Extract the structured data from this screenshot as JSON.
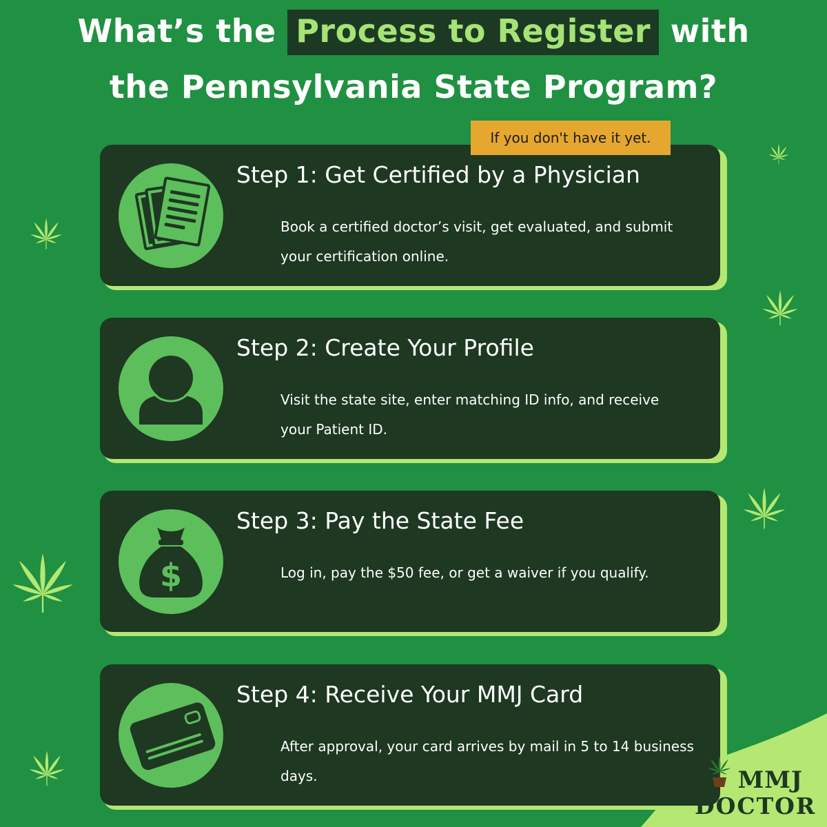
{
  "heading": {
    "line1_pre": "What’s the ",
    "line1_highlight": "Process to Register",
    "line1_post": " with",
    "line2": "the Pennsylvania State Program?"
  },
  "tag": "If you don't have it yet.",
  "steps": [
    {
      "title": "Step 1: Get Certified by a Physician",
      "description": "Book a certified doctor’s visit, get evaluated, and submit your certification online.",
      "icon": "documents-icon"
    },
    {
      "title": "Step 2: Create Your Profile",
      "description": "Visit the state site, enter matching ID info, and receive your Patient ID.",
      "icon": "user-profile-icon"
    },
    {
      "title": "Step 3: Pay the State Fee",
      "description": "Log in, pay the $50 fee, or get a waiver if you qualify.",
      "icon": "money-bag-icon"
    },
    {
      "title": "Step 4: Receive Your MMJ Card",
      "description": "After approval, your card arrives by mail in 5 to 14 business days.",
      "icon": "credit-card-icon"
    }
  ],
  "logo": {
    "line1_a": "M",
    "line1_b": "MMJ",
    "line2": "DOCTOR"
  },
  "colors": {
    "background": "#209042",
    "card": "#1e3822",
    "card_accent": "#b4e872",
    "icon_circle": "#5dbf5c",
    "highlight_text": "#a6e377",
    "tag": "#e6a72f"
  }
}
